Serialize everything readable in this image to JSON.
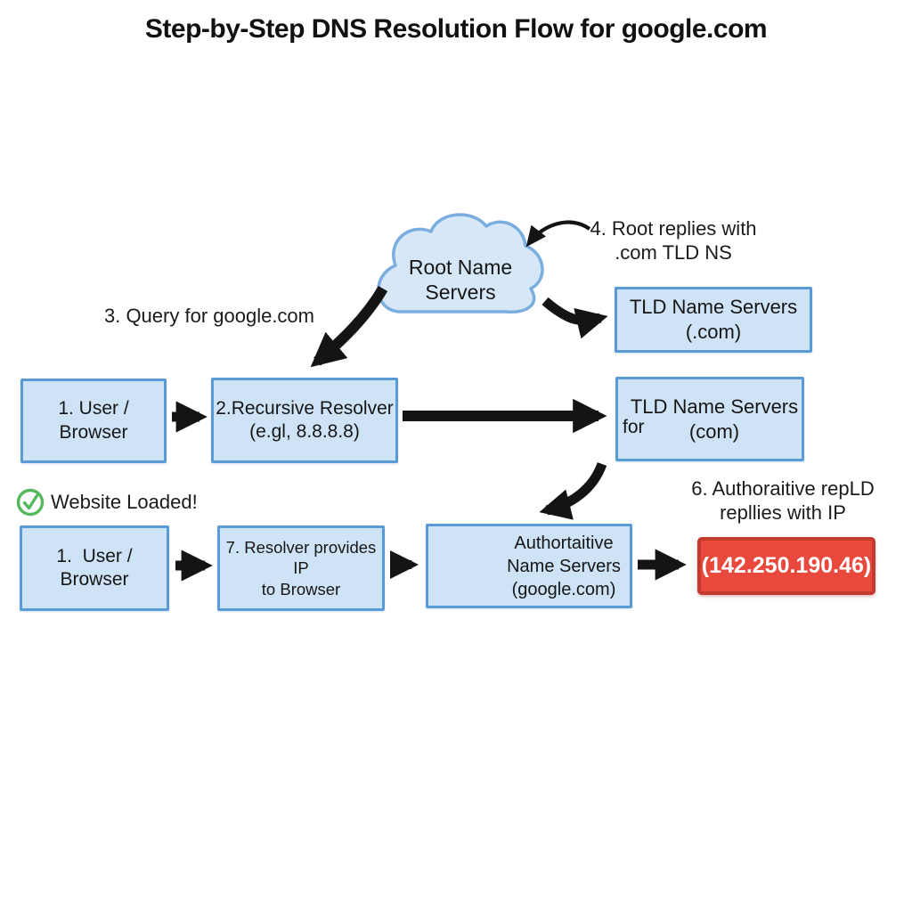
{
  "title": "Step-by-Step DNS Resolution Flow for google.com",
  "colors": {
    "box_fill": "#cfe3f6",
    "box_border": "#5b9bd5",
    "cloud_fill": "#d6e8f8",
    "cloud_border": "#79aede",
    "arrow": "#141414",
    "result_fill": "#e8493c",
    "result_border": "#c43a2d",
    "result_text": "#ffffff",
    "check_green": "#55b85a",
    "text": "#1b1b1b"
  },
  "cloud": {
    "line1": "Root Name",
    "line2": "Servers"
  },
  "annotations": {
    "step3": "3. Query for google.com",
    "step4": {
      "line1": "4. Root replies with",
      "line2": ".com TLD NS"
    },
    "step6": {
      "line1": "6. Authoraitive repLD",
      "line2": "repllies with IP"
    },
    "website_loaded": "Website Loaded!"
  },
  "boxes": {
    "tld_com": {
      "line1": "TLD Name Servers",
      "line2": "(.com)"
    },
    "user_top": {
      "line1": "1. User /",
      "line2": "Browser"
    },
    "resolver": {
      "line1": "2.Recursive Resolver",
      "line2": "(e.gl, 8.8.8.8)"
    },
    "tld_for_com": {
      "prefix": "for",
      "line1": "TLD Name Servers",
      "line2": "(com)"
    },
    "user_bottom": {
      "line1": "1.  User /",
      "line2": "Browser"
    },
    "resolver_ip": {
      "line1": "7. Resolver provides IP",
      "line2": "to Browser"
    },
    "authoritative": {
      "line1": "Authortaitive",
      "line2": "Name Servers",
      "line3": "(google.com)"
    },
    "result_ip": "(142.250.190.46)"
  },
  "icons": {
    "database": "database-cylinder-icon",
    "check": "check-circle-icon",
    "cloud": "cloud-shape-icon"
  }
}
